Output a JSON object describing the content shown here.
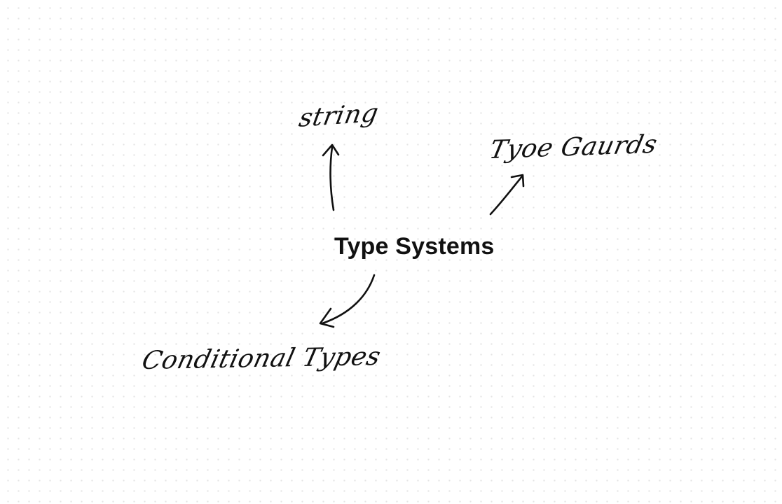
{
  "canvas": {
    "background": "#ffffff",
    "dot_color": "#e4e4e4"
  },
  "mindmap": {
    "center": "Type Systems",
    "branches": [
      {
        "label": "string"
      },
      {
        "label": "Tyoe Gaurds"
      },
      {
        "label": "Conditional Types"
      }
    ],
    "ink_color": "#111111"
  }
}
